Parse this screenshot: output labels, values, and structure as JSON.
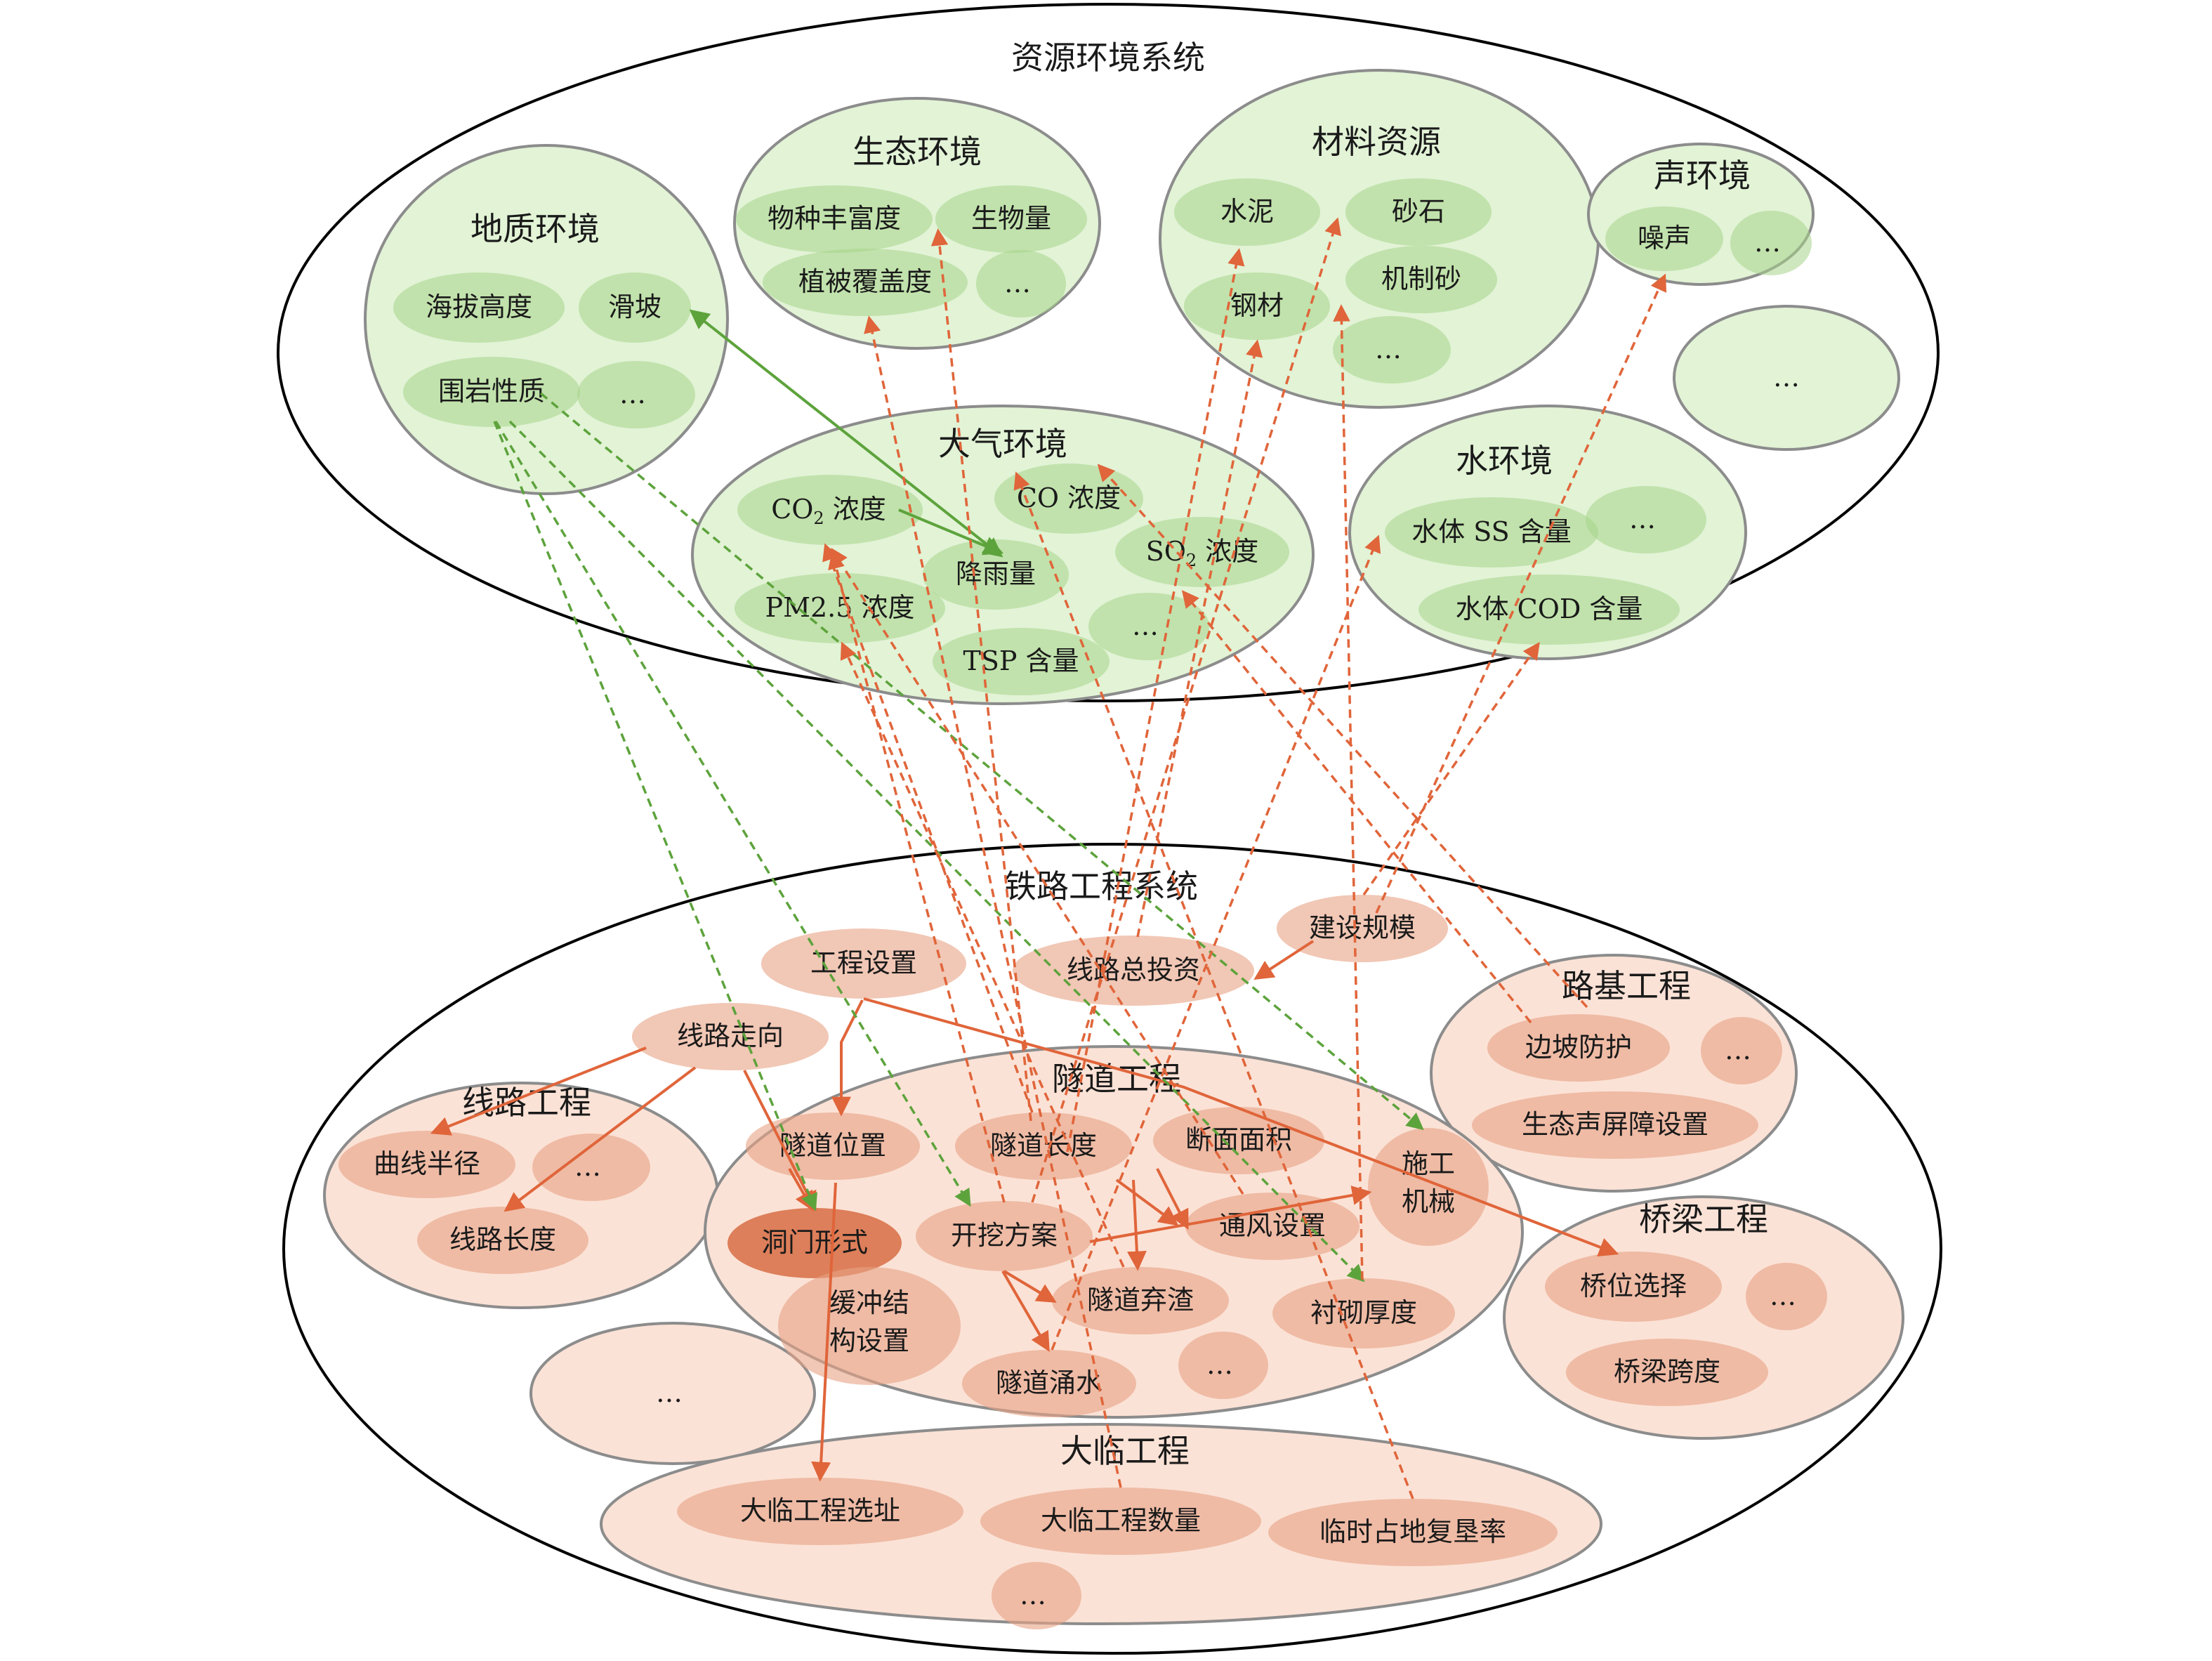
{
  "colors": {
    "env_group_fill": "#e2f3d6",
    "env_node_fill": "#bfe2a7",
    "rail_group_fill": "#fbe2d6",
    "rail_node_fill": "#efbba2",
    "rail_node_dark": "#de7d55",
    "group_stroke": "#8c8c8c",
    "system_stroke": "#000000",
    "arrow_orange": "#e0653a",
    "arrow_green": "#5da33c"
  },
  "systems": {
    "env": {
      "title": "资源环境系统"
    },
    "rail": {
      "title": "铁路工程系统"
    }
  },
  "groups": {
    "geo": "地质环境",
    "eco": "生态环境",
    "mat": "材料资源",
    "sound": "声环境",
    "air": "大气环境",
    "water": "水环境",
    "line": "线路工程",
    "tunnel": "隧道工程",
    "subgrade": "路基工程",
    "bridge": "桥梁工程",
    "temp": "大临工程",
    "ellipsis": "…"
  },
  "nodes": {
    "altitude": "海拔高度",
    "landslide": "滑坡",
    "rock": "围岩性质",
    "geo_more": "…",
    "species": "物种丰富度",
    "biomass": "生物量",
    "vegetation": "植被覆盖度",
    "eco_more": "…",
    "cement": "水泥",
    "gravel": "砂石",
    "steel": "钢材",
    "msand": "机制砂",
    "mat_more": "…",
    "noise": "噪声",
    "sound_more": "…",
    "co2_main": "CO",
    "co2_sub": "2",
    "co2_suffix": " 浓度",
    "co": "CO 浓度",
    "so2_main": "SO",
    "so2_sub": "2",
    "so2_suffix": " 浓度",
    "rain": "降雨量",
    "pm25": "PM2.5 浓度",
    "tsp": "TSP 含量",
    "air_more": "…",
    "ss": "水体 SS 含量",
    "cod": "水体 COD 含量",
    "water_more": "…",
    "build_scale": "建设规模",
    "eng_setup": "工程设置",
    "investment": "线路总投资",
    "route": "线路走向",
    "curve": "曲线半径",
    "length": "线路长度",
    "line_more": "…",
    "tunnel_pos": "隧道位置",
    "tunnel_len": "隧道长度",
    "section": "断面面积",
    "machine": "施工\n机械",
    "portal": "洞门形式",
    "excav": "开挖方案",
    "vent": "通风设置",
    "buffer": "缓冲结\n构设置",
    "muck": "隧道弃渣",
    "lining": "衬砌厚度",
    "seep": "隧道涌水",
    "tunnel_more": "…",
    "slope": "边坡防护",
    "barrier": "生态声屏障设置",
    "subgrade_more": "…",
    "bridge_pos": "桥位选择",
    "span": "桥梁跨度",
    "bridge_more": "…",
    "temp_site": "大临工程选址",
    "temp_qty": "大临工程数量",
    "reclaim": "临时占地复垦率",
    "temp_more": "…"
  }
}
